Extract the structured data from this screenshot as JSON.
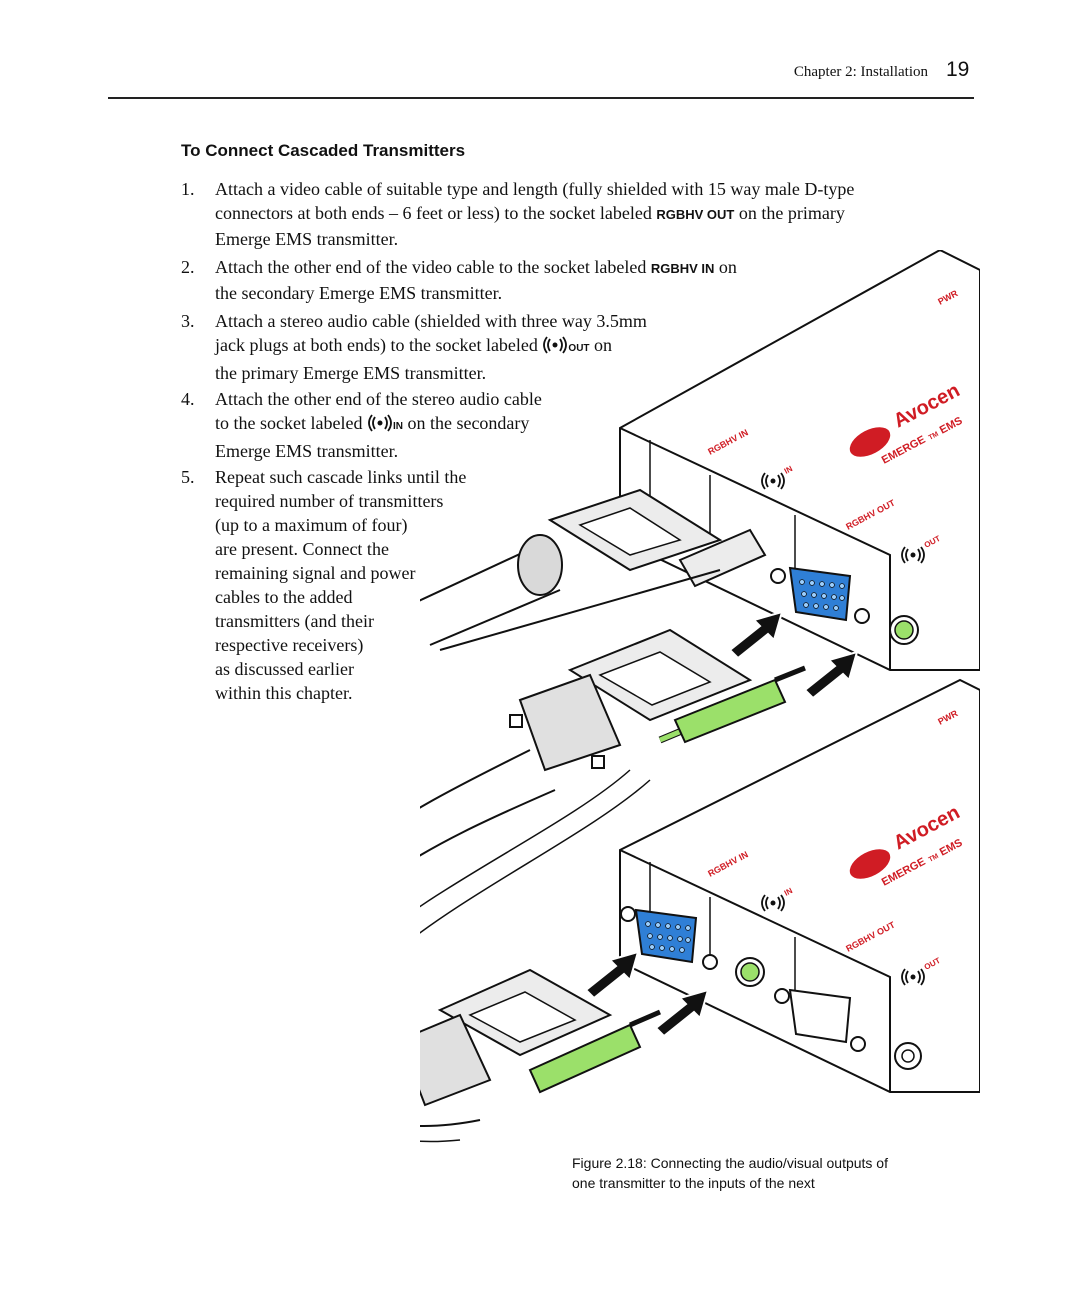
{
  "header": {
    "chapter": "Chapter 2: Installation",
    "page_number": "19"
  },
  "section_title": "To Connect Cascaded Transmitters",
  "steps": [
    {
      "num": "1.",
      "lines": [
        "Attach a video cable of suitable type and length (fully shielded with 15 way male D-type",
        "connectors at both ends – 6 feet or less) to the socket labeled",
        "on the primary",
        "Emerge EMS transmitter."
      ],
      "label": "RGBHV OUT"
    },
    {
      "num": "2.",
      "lines": [
        "Attach the other end of the video cable to the socket labeled",
        "on",
        "the secondary Emerge EMS transmitter."
      ],
      "label": "RGBHV IN"
    },
    {
      "num": "3.",
      "lines": [
        "Attach a stereo audio cable (shielded with three way 3.5mm",
        "jack plugs at both ends) to the socket labeled",
        "on",
        "the primary Emerge EMS transmitter."
      ],
      "label": "OUT"
    },
    {
      "num": "4.",
      "lines": [
        "Attach the other end of the stereo audio cable",
        "to the socket labeled",
        "on the secondary",
        "Emerge EMS transmitter."
      ],
      "label": "IN"
    },
    {
      "num": "5.",
      "lines": [
        "Repeat such cascade links until the",
        "required number of transmitters",
        "(up to a maximum of four)",
        "are present. Connect the",
        "remaining signal and power",
        "cables to the added",
        "transmitters (and their",
        "respective receivers)",
        "as discussed earlier",
        "within this chapter."
      ]
    }
  ],
  "figure": {
    "labels": {
      "pwr": "PWR",
      "rgbhv_in": "RGBHV IN",
      "rgbhv_out": "RGBHV OUT",
      "in": "IN",
      "out": "OUT",
      "brand": "Avocen",
      "model": "EMERGE",
      "tm": "TM",
      "ems": "EMS"
    },
    "colors": {
      "vga_blue": "#2f7fd6",
      "audio_green": "#9be06a",
      "logo_red": "#d01c24",
      "cable_gray": "#d9d9d9"
    },
    "icons": [
      "audio-wave-icon",
      "vga-connector-icon",
      "arrow-icon",
      "audio-jack-icon",
      "avocent-logo-icon"
    ]
  },
  "caption": {
    "line1": "Figure 2.18: Connecting the audio/visual outputs of",
    "line2": "one transmitter to the inputs of the next"
  }
}
